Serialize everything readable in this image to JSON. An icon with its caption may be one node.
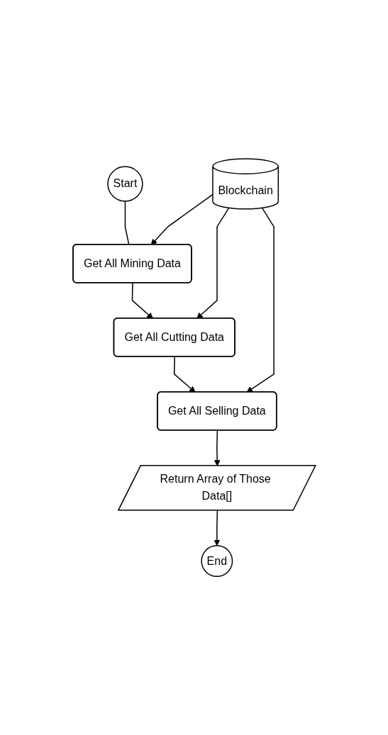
{
  "diagram": {
    "nodes": [
      {
        "text": [
          "Start"
        ]
      },
      {
        "text": [
          "Get All Mining Data"
        ]
      },
      {
        "text": [
          "Get All Cutting Data"
        ]
      },
      {
        "text": [
          "Get All Selling Data"
        ]
      },
      {
        "text": [
          "Return Array of Those Data[]"
        ]
      },
      {
        "text": [
          "End"
        ]
      },
      {
        "text": [
          "Blockchain"
        ]
      }
    ],
    "edges": [
      {
        "from": 0,
        "to": 1,
        "arrow": "none"
      },
      {
        "from": 1,
        "to": 2,
        "arrow": "to"
      },
      {
        "from": 2,
        "to": 3,
        "arrow": "to"
      },
      {
        "from": 3,
        "to": 4,
        "arrow": "to"
      },
      {
        "from": 4,
        "to": 5,
        "arrow": "to"
      },
      {
        "from": 6,
        "to": 1,
        "arrow": "to"
      },
      {
        "from": 6,
        "to": 2,
        "arrow": "to"
      },
      {
        "from": 6,
        "to": 3,
        "arrow": "to"
      }
    ]
  }
}
